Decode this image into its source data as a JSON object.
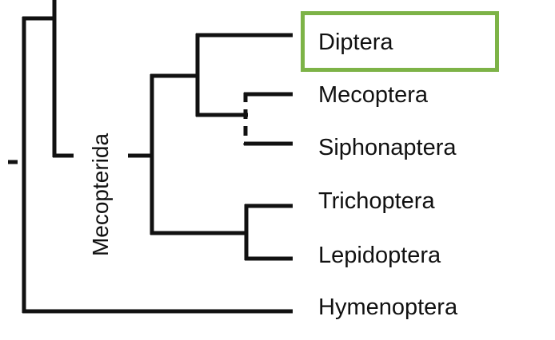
{
  "taxa": [
    "Diptera",
    "Mecoptera",
    "Siphonaptera",
    "Trichoptera",
    "Lepidoptera",
    "Hymenoptera"
  ],
  "clade": "Mecopterida",
  "highlighted_taxon": "Diptera",
  "colors": {
    "branch": "#111111",
    "highlight": "#7db347"
  }
}
